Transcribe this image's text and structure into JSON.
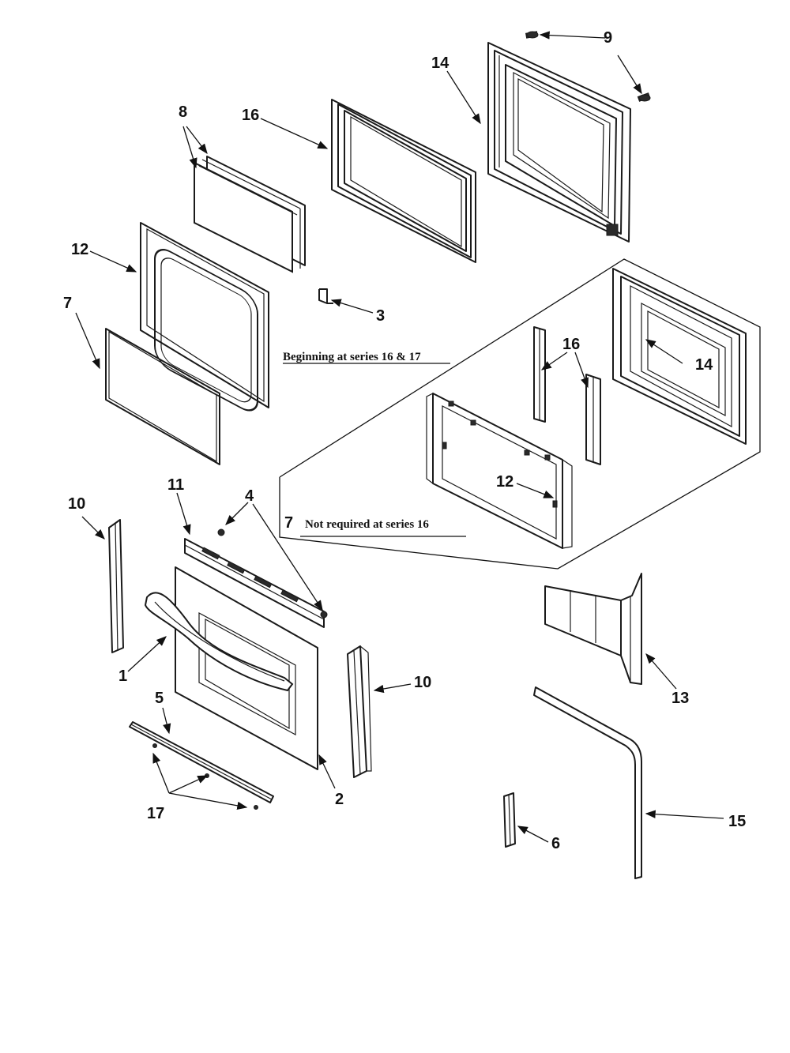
{
  "callouts": {
    "c1": "1",
    "c2": "2",
    "c3": "3",
    "c4": "4",
    "c5": "5",
    "c6": "6",
    "c7a": "7",
    "c7b": "7",
    "c8": "8",
    "c9": "9",
    "c10a": "10",
    "c10b": "10",
    "c11": "11",
    "c12a": "12",
    "c12b": "12",
    "c13": "13",
    "c14a": "14",
    "c14b": "14",
    "c15": "15",
    "c16a": "16",
    "c16b": "16",
    "c17": "17"
  },
  "notes": {
    "series_16_17": "Beginning at series 16 & 17",
    "not_required_16": "Not required at series 16"
  }
}
